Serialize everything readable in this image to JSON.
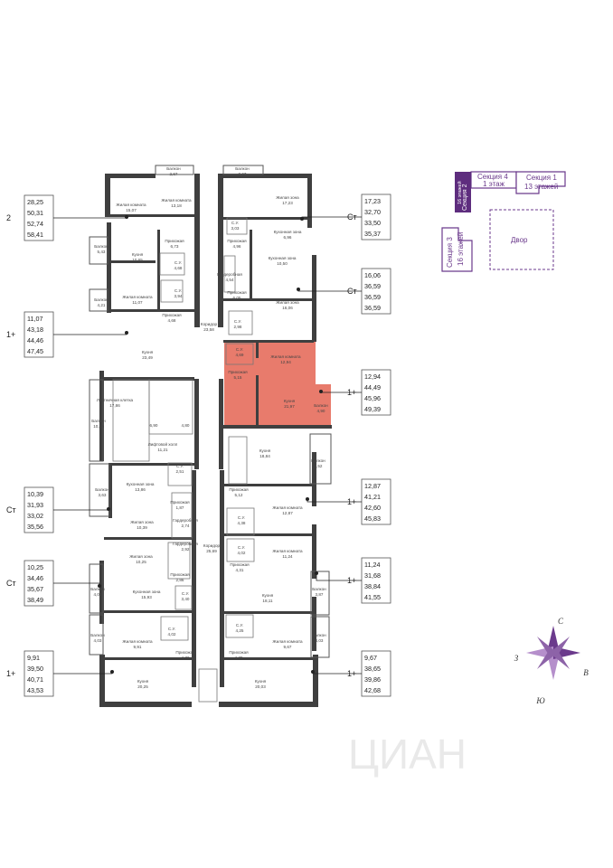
{
  "rooms": {
    "r01": {
      "name": "Балкон",
      "area": "2,67"
    },
    "r02": {
      "name": "Балкон",
      "area": "2,67"
    },
    "r03": {
      "name": "Жилая комната",
      "area": "15,07"
    },
    "r04": {
      "name": "Жилая комната",
      "area": "13,18"
    },
    "r05": {
      "name": "Жилая зона",
      "area": "17,23"
    },
    "r06": {
      "name": "С.У.",
      "area": "3,03"
    },
    "r07": {
      "name": "Прихожая",
      "area": "6,73"
    },
    "r08": {
      "name": "Прихожая",
      "area": "4,96"
    },
    "r09": {
      "name": "Кухонная зона",
      "area": "6,96"
    },
    "r10": {
      "name": "Балкон",
      "area": "5,43"
    },
    "r11": {
      "name": "Кухня",
      "area": "10,65"
    },
    "r12": {
      "name": "С.У.",
      "area": "4,68"
    },
    "r13": {
      "name": "Гардеробная",
      "area": "4,54"
    },
    "r14": {
      "name": "Кухонная зона",
      "area": "10,50"
    },
    "r15": {
      "name": "Жилая комната",
      "area": "11,07"
    },
    "r16": {
      "name": "С.У.",
      "area": "3,94"
    },
    "r17": {
      "name": "Прихожая",
      "area": "6,05"
    },
    "r18": {
      "name": "Жилая зона",
      "area": "16,06"
    },
    "r19": {
      "name": "Балкон",
      "area": "4,21"
    },
    "r20": {
      "name": "Прихожая",
      "area": "4,68"
    },
    "r21": {
      "name": "С.У.",
      "area": "2,98"
    },
    "r22": {
      "name": "Коридор",
      "area": "23,58"
    },
    "r23": {
      "name": "Кухня",
      "area": "23,49"
    },
    "r24": {
      "name": "С.У.",
      "area": "4,69"
    },
    "r25": {
      "name": "Жилая комната",
      "area": "12,94"
    },
    "r26": {
      "name": "Прихожая",
      "area": "5,15"
    },
    "r27": {
      "name": "Кухня",
      "area": "21,97"
    },
    "r28": {
      "name": "Балкон",
      "area": "4,90"
    },
    "r29": {
      "name": "Лестничная клетка",
      "area": "17,86"
    },
    "r30": {
      "name": "Балкон",
      "area": "10,45"
    },
    "r31": {
      "name": "",
      "area": "6,90"
    },
    "r32": {
      "name": "",
      "area": "4,80"
    },
    "r33": {
      "name": "Лифтовой холл",
      "area": "11,21"
    },
    "r34": {
      "name": "Кухня",
      "area": "18,84"
    },
    "r35": {
      "name": "Балкон",
      "area": "4,52"
    },
    "r36": {
      "name": "Кухонная зона",
      "area": "13,86"
    },
    "r37": {
      "name": "С.У.",
      "area": "2,51"
    },
    "r38": {
      "name": "Балкон",
      "area": "3,63"
    },
    "r39": {
      "name": "Прихожая",
      "area": "1,87"
    },
    "r40": {
      "name": "Прихожая",
      "area": "5,12"
    },
    "r41": {
      "name": "Жилая комната",
      "area": "12,87"
    },
    "r42": {
      "name": "Жилая зона",
      "area": "10,39"
    },
    "r43": {
      "name": "Гардеробная",
      "area": "2,74"
    },
    "r44": {
      "name": "С.У.",
      "area": "4,38"
    },
    "r45": {
      "name": "Жилая зона",
      "area": "10,25"
    },
    "r46": {
      "name": "Гардеробная",
      "area": "2,92"
    },
    "r47": {
      "name": "Коридор",
      "area": "25,69"
    },
    "r48": {
      "name": "С.У.",
      "area": "4,02"
    },
    "r49": {
      "name": "Жилая комната",
      "area": "11,24"
    },
    "r50": {
      "name": "Прихожая",
      "area": "2,86"
    },
    "r51": {
      "name": "Прихожая",
      "area": "4,31"
    },
    "r52": {
      "name": "Балкон",
      "area": "4,03"
    },
    "r53": {
      "name": "Кухонная зона",
      "area": "15,93"
    },
    "r54": {
      "name": "С.У.",
      "area": "3,40"
    },
    "r55": {
      "name": "Кухня",
      "area": "18,11"
    },
    "r56": {
      "name": "Балкон",
      "area": "3,87"
    },
    "r57": {
      "name": "Балкон",
      "area": "4,03"
    },
    "r58": {
      "name": "С.У.",
      "area": "4,02"
    },
    "r59": {
      "name": "Жилая комната",
      "area": "9,91"
    },
    "r60": {
      "name": "С.У.",
      "area": "4,25"
    },
    "r61": {
      "name": "Жилая комната",
      "area": "9,67"
    },
    "r62": {
      "name": "Балкон",
      "area": "4,03"
    },
    "r63": {
      "name": "Прихожая",
      "area": "4,72"
    },
    "r64": {
      "name": "Прихожая",
      "area": "4,70"
    },
    "r65": {
      "name": "Кухня",
      "area": "20,25"
    },
    "r66": {
      "name": "Кухня",
      "area": "20,03"
    }
  },
  "apartments": {
    "left": [
      {
        "type": "2",
        "areas": [
          "28,25",
          "50,31",
          "52,74",
          "58,41"
        ]
      },
      {
        "type": "1+",
        "areas": [
          "11,07",
          "43,18",
          "44,46",
          "47,45"
        ]
      },
      {
        "type": "Ст",
        "areas": [
          "10,39",
          "31,93",
          "33,02",
          "35,56"
        ]
      },
      {
        "type": "Ст",
        "areas": [
          "10,25",
          "34,46",
          "35,67",
          "38,49"
        ]
      },
      {
        "type": "1+",
        "areas": [
          "9,91",
          "39,50",
          "40,71",
          "43,53"
        ]
      }
    ],
    "right": [
      {
        "type": "Ст",
        "areas": [
          "17,23",
          "32,70",
          "33,50",
          "35,37"
        ]
      },
      {
        "type": "Ст",
        "areas": [
          "16,06",
          "36,59",
          "36,59",
          "36,59"
        ]
      },
      {
        "type": "1+",
        "areas": [
          "12,94",
          "44,49",
          "45,96",
          "49,39"
        ]
      },
      {
        "type": "1+",
        "areas": [
          "12,87",
          "41,21",
          "42,60",
          "45,83"
        ]
      },
      {
        "type": "1+",
        "areas": [
          "11,24",
          "31,68",
          "38,84",
          "41,55"
        ]
      },
      {
        "type": "1+",
        "areas": [
          "9,67",
          "38,65",
          "39,86",
          "42,68"
        ]
      }
    ]
  },
  "key_plan": {
    "section4": "Секция 4",
    "section4_floors": "1 этаж",
    "section1": "Секция 1",
    "section1_floors": "13 этажей",
    "section2": "Секция 2",
    "section2_floors": "16 этажей",
    "section3": "Секция 3",
    "section3_floors": "16 этажей",
    "yard": "Двор"
  },
  "compass": {
    "n": "С",
    "e": "В",
    "s": "Ю",
    "w": "З"
  },
  "watermark": "ЦИАН",
  "colors": {
    "highlight": "#e87b6c",
    "key_plan": "#6b3a8c",
    "current_section": "#5e2d7e"
  }
}
